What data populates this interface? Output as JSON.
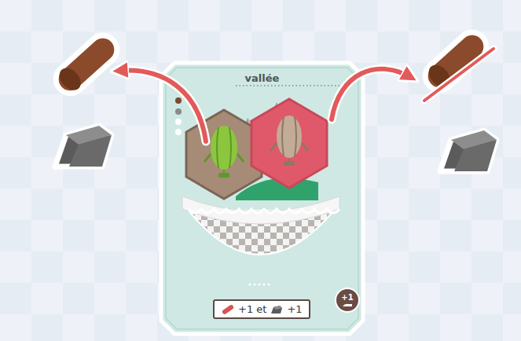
{
  "diagram": {
    "nodes": [
      {
        "text": [
          "vallée"
        ]
      },
      {
        "text": [
          "+1 et",
          "+1"
        ],
        "in": 0
      },
      {
        "text": [
          "+1"
        ],
        "in": 0
      }
    ]
  }
}
